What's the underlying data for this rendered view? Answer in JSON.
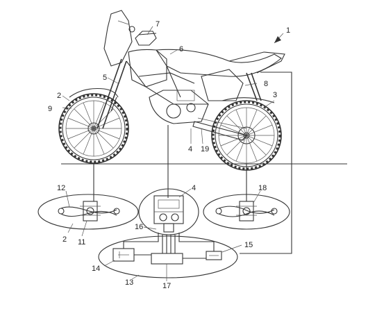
{
  "labels": {
    "l1": "1",
    "l2": "2",
    "l3": "3",
    "l4": "4",
    "l5": "5",
    "l6": "6",
    "l7": "7",
    "l8": "8",
    "l9": "9",
    "l19": "19",
    "l12": "12",
    "l2b": "2",
    "l11": "11",
    "l4b": "4",
    "l16": "16",
    "l18": "18",
    "l15": "15",
    "l14": "14",
    "l13": "13",
    "l17": "17"
  },
  "colors": {
    "line": "#333333",
    "background": "#ffffff"
  }
}
